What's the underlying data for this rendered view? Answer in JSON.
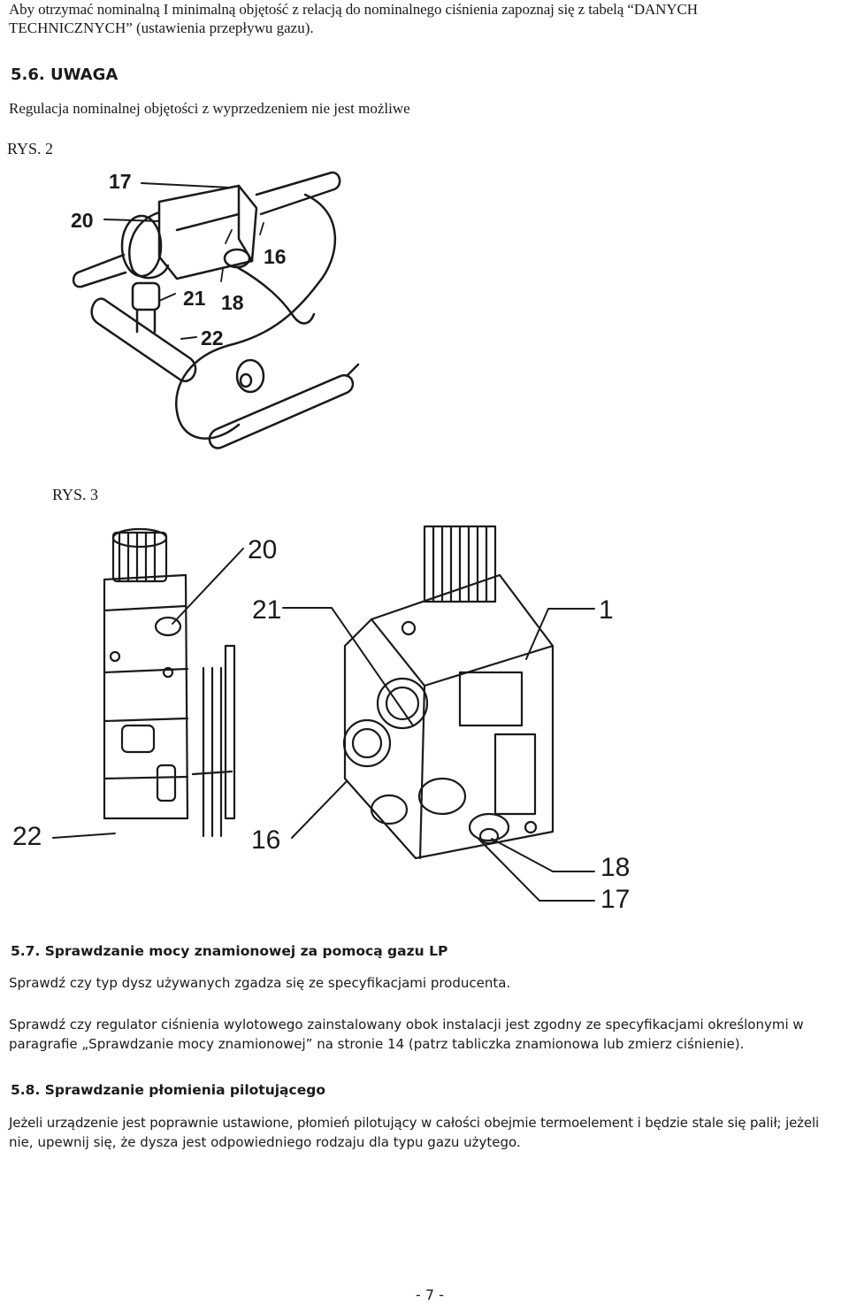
{
  "intro": {
    "line1": "Aby otrzymać nominalną I minimalną objętość z relacją do nominalnego ciśnienia zapoznaj się z tabelą “DANYCH",
    "line2": "TECHNICZNYCH” (ustawienia przepływu gazu)."
  },
  "section_5_6": {
    "heading": "5.6. UWAGA",
    "text": "Regulacja nominalnej objętości z wyprzedzeniem nie jest możliwe"
  },
  "figure2": {
    "caption": "RYS. 2",
    "labels": {
      "l17": "17",
      "l20": "20",
      "l16": "16",
      "l21": "21",
      "l18": "18",
      "l22": "22"
    }
  },
  "figure3": {
    "caption": "RYS. 3",
    "labels": {
      "l20": "20",
      "l21": "21",
      "l1": "1",
      "l22": "22",
      "l16": "16",
      "l18": "18",
      "l17": "17"
    }
  },
  "section_5_7": {
    "heading": "5.7. Sprawdzanie mocy znamionowej za pomocą gazu LP",
    "p1": "Sprawdź czy typ dysz używanych zgadza się ze specyfikacjami producenta.",
    "p2_line1": "Sprawdź czy regulator ciśnienia wylotowego zainstalowany obok instalacji jest zgodny ze specyfikacjami określonymi w",
    "p2_line2": "paragrafie „Sprawdzanie mocy znamionowej” na stronie 14 (patrz tabliczka znamionowa lub zmierz ciśnienie)."
  },
  "section_5_8": {
    "heading": "5.8. Sprawdzanie płomienia pilotującego",
    "p1_line1": "Jeżeli urządzenie jest poprawnie ustawione, płomień pilotujący w całości obejmie termoelement i będzie stale się palił; jeżeli",
    "p1_line2": "nie, upewnij się, że dysza jest odpowiedniego rodzaju dla typu gazu użytego."
  },
  "footer": {
    "page_number": "- 7 -"
  }
}
